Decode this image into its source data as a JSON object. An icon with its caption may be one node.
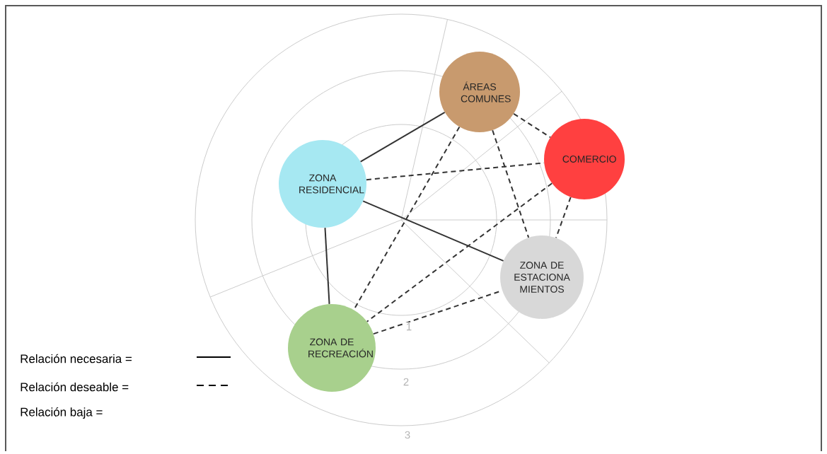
{
  "diagram": {
    "nodes": [
      {
        "text": [
          "ÁREAS COMUNES"
        ]
      },
      {
        "text": [
          "COMERCIO"
        ]
      },
      {
        "text": [
          "ZONA RESIDENCIAL"
        ]
      },
      {
        "text": [
          "ZONA DE ESTACIONA MIENTOS"
        ]
      },
      {
        "text": [
          "ZONA DE RECREACIÓN"
        ]
      }
    ],
    "edges": [
      {
        "from": 2,
        "to": 0,
        "arrow": "none"
      },
      {
        "from": 2,
        "to": 3,
        "arrow": "none"
      },
      {
        "from": 2,
        "to": 4,
        "arrow": "none"
      },
      {
        "from": 0,
        "to": 1,
        "arrow": "none",
        "style": "dashed"
      },
      {
        "from": 2,
        "to": 1,
        "arrow": "none",
        "style": "dashed"
      },
      {
        "from": 0,
        "to": 4,
        "arrow": "none",
        "style": "dashed"
      },
      {
        "from": 0,
        "to": 3,
        "arrow": "none",
        "style": "dashed"
      },
      {
        "from": 1,
        "to": 4,
        "arrow": "none",
        "style": "dashed"
      },
      {
        "from": 1,
        "to": 3,
        "arrow": "none",
        "style": "dashed"
      },
      {
        "from": 4,
        "to": 3,
        "arrow": "none",
        "style": "dashed"
      }
    ],
    "labels": [
      "1",
      "2",
      "3"
    ],
    "legend": [
      {
        "text": "Relación necesaria ="
      },
      {
        "text": "Relación deseable ="
      },
      {
        "text": "Relación baja ="
      }
    ]
  }
}
